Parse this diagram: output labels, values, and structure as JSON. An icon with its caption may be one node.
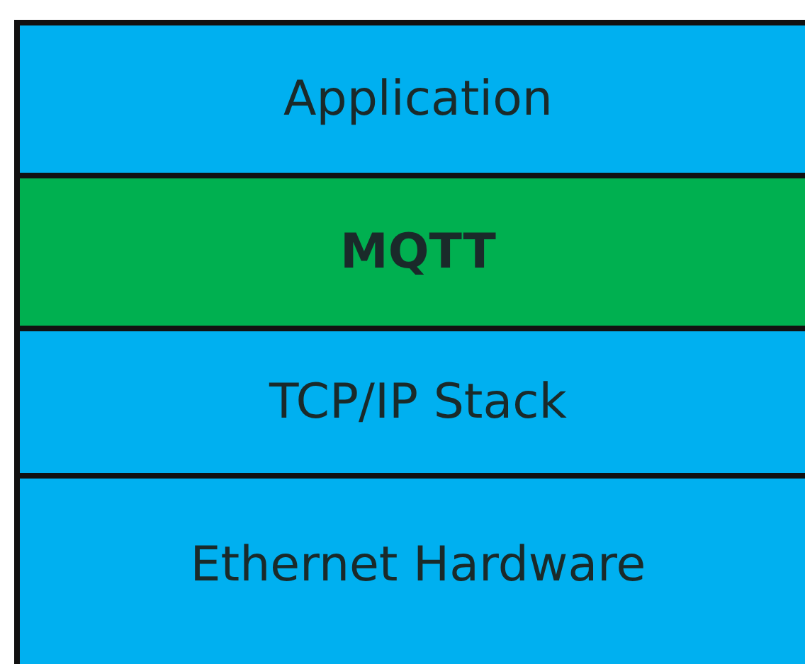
{
  "diagram": {
    "nodes": [
      {
        "text": [
          "Application"
        ]
      },
      {
        "text": [
          "MQTT"
        ]
      },
      {
        "text": [
          "TCP/IP Stack"
        ]
      },
      {
        "text": [
          "Ethernet Hardware"
        ]
      }
    ]
  }
}
